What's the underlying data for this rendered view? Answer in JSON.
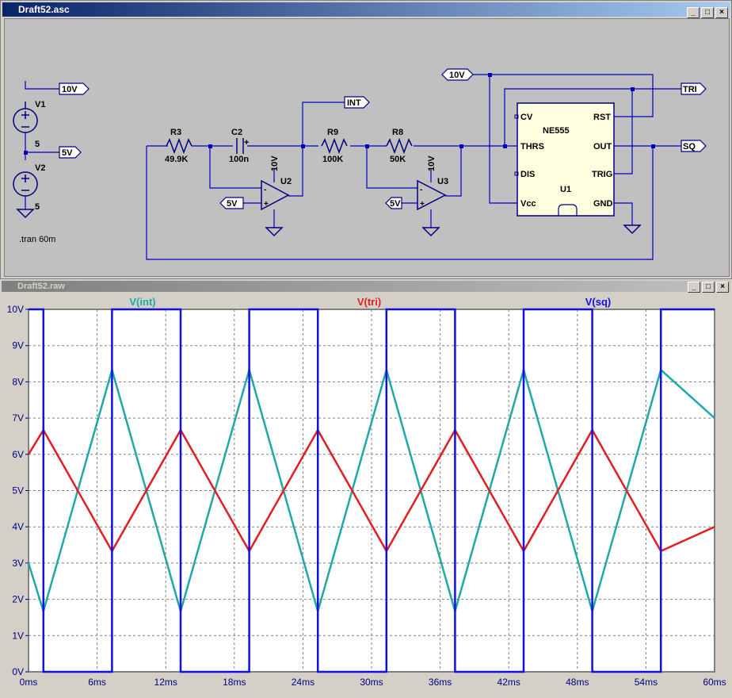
{
  "schematic_window": {
    "title": "Draft52.asc",
    "buttons": {
      "minimize": "_",
      "restore": "□",
      "close": "×"
    },
    "components": {
      "V1": "V1",
      "V2": "V2",
      "V2_value": "5",
      "node_5": "5",
      "R3": "R3",
      "R3_value": "49.9K",
      "C2": "C2",
      "C2_value": "100n",
      "R9": "R9",
      "R9_value": "100K",
      "R8": "R8",
      "R8_value": "50K",
      "U2": "U2",
      "U2_supply": "10V",
      "U3": "U3",
      "U3_supply": "10V",
      "U1": "U1",
      "U1_part": "NE555",
      "plus": "+",
      "minus": "-"
    },
    "pins": {
      "cv": "CV",
      "thrs": "THRS",
      "dis": "DIS",
      "vcc": "Vcc",
      "rst": "RST",
      "out": "OUT",
      "trig": "TRIG",
      "gnd": "GND"
    },
    "net_labels": {
      "v10_left": "10V",
      "v5_left": "5V",
      "int": "INT",
      "u2_ref": "5V",
      "u3_ref": "5V",
      "v10_top": "10V",
      "tri": "TRI",
      "sq": "SQ"
    },
    "directive": ".tran 60m"
  },
  "waveform_window": {
    "title": "Draft52.raw",
    "buttons": {
      "minimize": "_",
      "restore": "□",
      "close": "×"
    }
  },
  "colors": {
    "int": "#20a8a8",
    "tri": "#e02020",
    "sq": "#1010e0",
    "wire": "#0000c0",
    "component": "#000080"
  },
  "chart_data": {
    "type": "line",
    "xlabel": "",
    "ylabel": "",
    "xlim": [
      0,
      60
    ],
    "ylim": [
      0,
      10
    ],
    "x_unit": "ms",
    "y_unit": "V",
    "x_ticks": [
      "0ms",
      "6ms",
      "12ms",
      "18ms",
      "24ms",
      "30ms",
      "36ms",
      "42ms",
      "48ms",
      "54ms",
      "60ms"
    ],
    "y_ticks": [
      "0V",
      "1V",
      "2V",
      "3V",
      "4V",
      "5V",
      "6V",
      "7V",
      "8V",
      "9V",
      "10V"
    ],
    "grid": true,
    "series": [
      {
        "name": "V(int)",
        "color": "#20a8a8",
        "x": [
          0,
          1.3,
          7.3,
          13.3,
          19.3,
          25.3,
          31.3,
          37.3,
          43.3,
          49.3,
          55.3,
          60
        ],
        "y": [
          3.0,
          1.67,
          8.33,
          1.67,
          8.33,
          1.67,
          8.33,
          1.67,
          8.33,
          1.67,
          8.33,
          7.0
        ]
      },
      {
        "name": "V(tri)",
        "color": "#e02020",
        "x": [
          0,
          1.3,
          7.3,
          13.3,
          19.3,
          25.3,
          31.3,
          37.3,
          43.3,
          49.3,
          55.3,
          60
        ],
        "y": [
          6.0,
          6.67,
          3.33,
          6.67,
          3.33,
          6.67,
          3.33,
          6.67,
          3.33,
          6.67,
          3.33,
          4.0
        ]
      },
      {
        "name": "V(sq)",
        "color": "#1010e0",
        "x": [
          0,
          1.3,
          1.3,
          7.3,
          7.3,
          13.3,
          13.3,
          19.3,
          19.3,
          25.3,
          25.3,
          31.3,
          31.3,
          37.3,
          37.3,
          43.3,
          43.3,
          49.3,
          49.3,
          55.3,
          55.3,
          60
        ],
        "y": [
          10,
          10,
          0,
          0,
          10,
          10,
          0,
          0,
          10,
          10,
          0,
          0,
          10,
          10,
          0,
          0,
          10,
          10,
          0,
          0,
          10,
          10
        ]
      }
    ]
  }
}
